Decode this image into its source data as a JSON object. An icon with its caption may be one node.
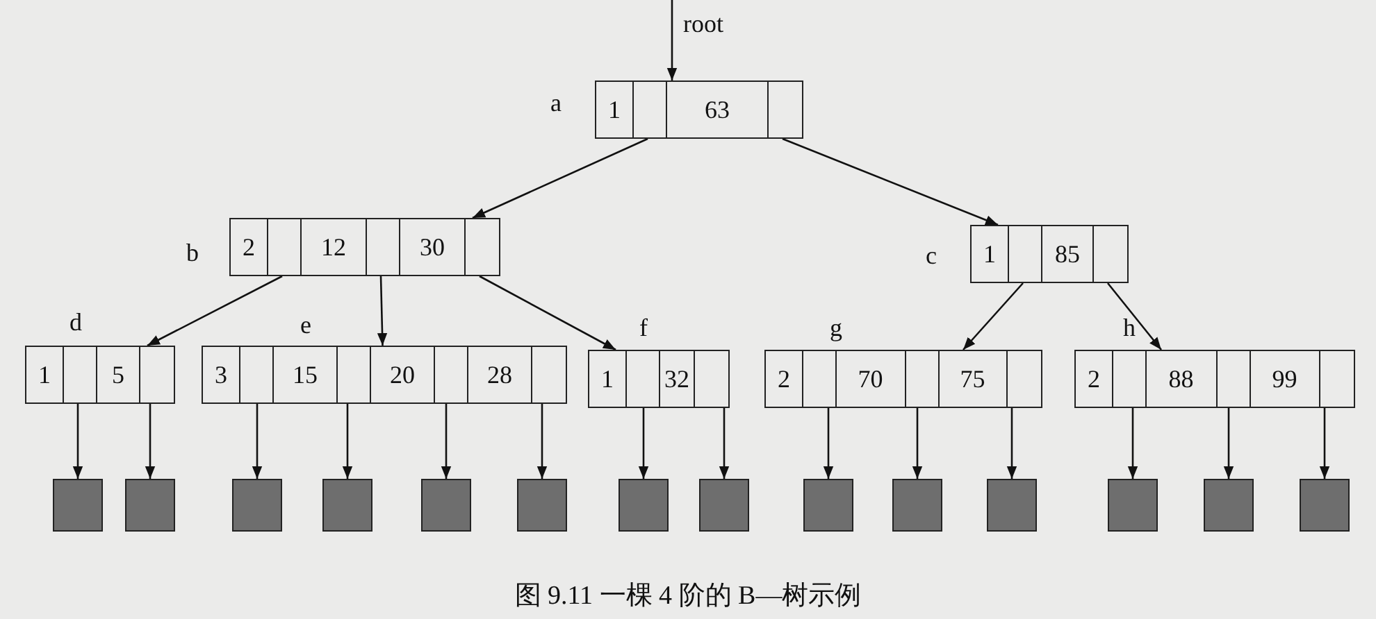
{
  "diagram": {
    "caption": "图 9.11 一棵 4 阶的 B—树示例",
    "nodes": [
      {
        "text": [
          "1",
          "63"
        ],
        "beside": [
          "a"
        ]
      },
      {
        "text": [
          "2",
          "12",
          "30"
        ],
        "beside": [
          "b"
        ]
      },
      {
        "text": [
          "1",
          "85"
        ],
        "beside": [
          "c"
        ]
      },
      {
        "text": [
          "1",
          "5"
        ],
        "beside": [
          "d"
        ]
      },
      {
        "text": [
          "3",
          "15",
          "20",
          "28"
        ],
        "beside": [
          "e"
        ]
      },
      {
        "text": [
          "1",
          "32"
        ],
        "beside": [
          "f"
        ]
      },
      {
        "text": [
          "2",
          "70",
          "75"
        ],
        "beside": [
          "g"
        ]
      },
      {
        "text": [
          "2",
          "88",
          "99"
        ],
        "beside": [
          "h"
        ]
      },
      {
        "text": [],
        "shape": "box"
      },
      {
        "text": [],
        "shape": "box"
      },
      {
        "text": [],
        "shape": "box"
      },
      {
        "text": [],
        "shape": "box"
      },
      {
        "text": [],
        "shape": "box"
      },
      {
        "text": [],
        "shape": "box"
      },
      {
        "text": [],
        "shape": "box"
      },
      {
        "text": [],
        "shape": "box"
      },
      {
        "text": [],
        "shape": "box"
      },
      {
        "text": [],
        "shape": "box"
      },
      {
        "text": [],
        "shape": "box"
      },
      {
        "text": [],
        "shape": "box"
      },
      {
        "text": [],
        "shape": "box"
      },
      {
        "text": [],
        "shape": "box"
      }
    ],
    "edges": [
      {
        "from": null,
        "to": 0,
        "arrow": "to",
        "label": "root"
      },
      {
        "from": 0,
        "to": 1,
        "arrow": "to"
      },
      {
        "from": 0,
        "to": 2,
        "arrow": "to"
      },
      {
        "from": 1,
        "to": 3,
        "arrow": "to"
      },
      {
        "from": 1,
        "to": 4,
        "arrow": "to"
      },
      {
        "from": 1,
        "to": 5,
        "arrow": "to"
      },
      {
        "from": 2,
        "to": 6,
        "arrow": "to"
      },
      {
        "from": 2,
        "to": 7,
        "arrow": "to"
      },
      {
        "from": 3,
        "to": 8,
        "arrow": "to"
      },
      {
        "from": 3,
        "to": 9,
        "arrow": "to"
      },
      {
        "from": 4,
        "to": 10,
        "arrow": "to"
      },
      {
        "from": 4,
        "to": 11,
        "arrow": "to"
      },
      {
        "from": 4,
        "to": 12,
        "arrow": "to"
      },
      {
        "from": 4,
        "to": 13,
        "arrow": "to"
      },
      {
        "from": 5,
        "to": 14,
        "arrow": "to"
      },
      {
        "from": 5,
        "to": 15,
        "arrow": "to"
      },
      {
        "from": 6,
        "to": 16,
        "arrow": "to"
      },
      {
        "from": 6,
        "to": 17,
        "arrow": "to"
      },
      {
        "from": 6,
        "to": 18,
        "arrow": "to"
      },
      {
        "from": 7,
        "to": 19,
        "arrow": "to"
      },
      {
        "from": 7,
        "to": 20,
        "arrow": "to"
      },
      {
        "from": 7,
        "to": 21,
        "arrow": "to"
      }
    ]
  }
}
